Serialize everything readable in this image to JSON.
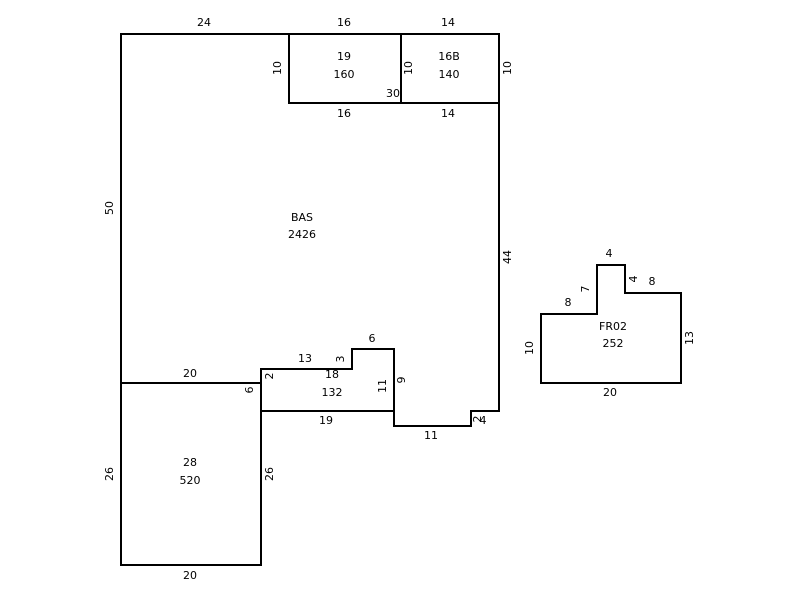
{
  "colors": {
    "line": "#000000",
    "background": "#ffffff"
  },
  "areas": {
    "bas": {
      "name": "BAS",
      "value": "2426"
    },
    "a19": {
      "name": "19",
      "value": "160"
    },
    "a16b": {
      "name": "16B",
      "value": "140"
    },
    "a18": {
      "name": "18",
      "value": "132"
    },
    "a28": {
      "name": "28",
      "value": "520"
    },
    "fr02": {
      "name": "FR02",
      "value": "252"
    }
  },
  "dims": {
    "top_24": "24",
    "top_16": "16",
    "top_14": "14",
    "left_50": "50",
    "right_10": "10",
    "a19_left_10": "10",
    "a16b_left_10": "10",
    "a19_bottom_16": "16",
    "a16b_bottom_14": "14",
    "label_30": "30",
    "right_44": "44",
    "a18_top_20": "20",
    "a18_13": "13",
    "a18_3": "3",
    "a18_6": "6",
    "a18_2": "2",
    "a18_6v": "6",
    "a18_11": "11",
    "a18_9": "9",
    "a18_19": "19",
    "bottom_11": "11",
    "bottom_2": "2",
    "bottom_4": "4",
    "a28_left_26": "26",
    "a28_right_26": "26",
    "a28_bottom_20": "20",
    "fr_4_top": "4",
    "fr_7": "7",
    "fr_4_side": "4",
    "fr_8_left": "8",
    "fr_8_right": "8",
    "fr_10": "10",
    "fr_13": "13",
    "fr_20": "20"
  }
}
